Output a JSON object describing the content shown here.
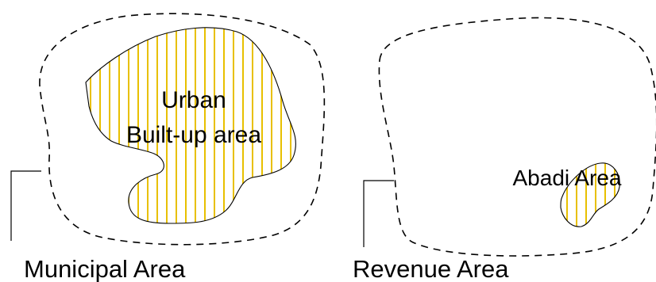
{
  "diagram": {
    "municipal": {
      "region_label": "Municipal Area",
      "urban_label_line1": "Urban",
      "urban_label_line2": "Built-up area"
    },
    "revenue": {
      "region_label": "Revenue Area",
      "abadi_label": "Abadi Area"
    },
    "colors": {
      "hatch": "#e8c000",
      "outline": "#000000",
      "background": "#ffffff"
    }
  }
}
